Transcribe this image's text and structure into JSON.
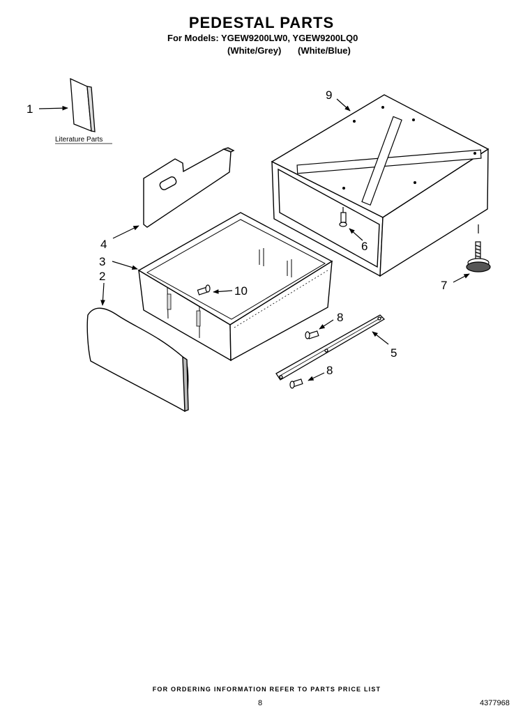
{
  "header": {
    "title": "PEDESTAL PARTS",
    "models_line": "For Models: YGEW9200LW0, YGEW9200LQ0",
    "variant_1": "(White/Grey)",
    "variant_2": "(White/Blue)"
  },
  "diagram": {
    "literature_label": "Literature Parts",
    "callouts": [
      "1",
      "2",
      "3",
      "4",
      "5",
      "6",
      "7",
      "8",
      "8",
      "9",
      "10"
    ]
  },
  "footer": {
    "ordering_note": "FOR ORDERING INFORMATION REFER TO PARTS PRICE LIST",
    "page_number": "8",
    "document_number": "4377968"
  }
}
